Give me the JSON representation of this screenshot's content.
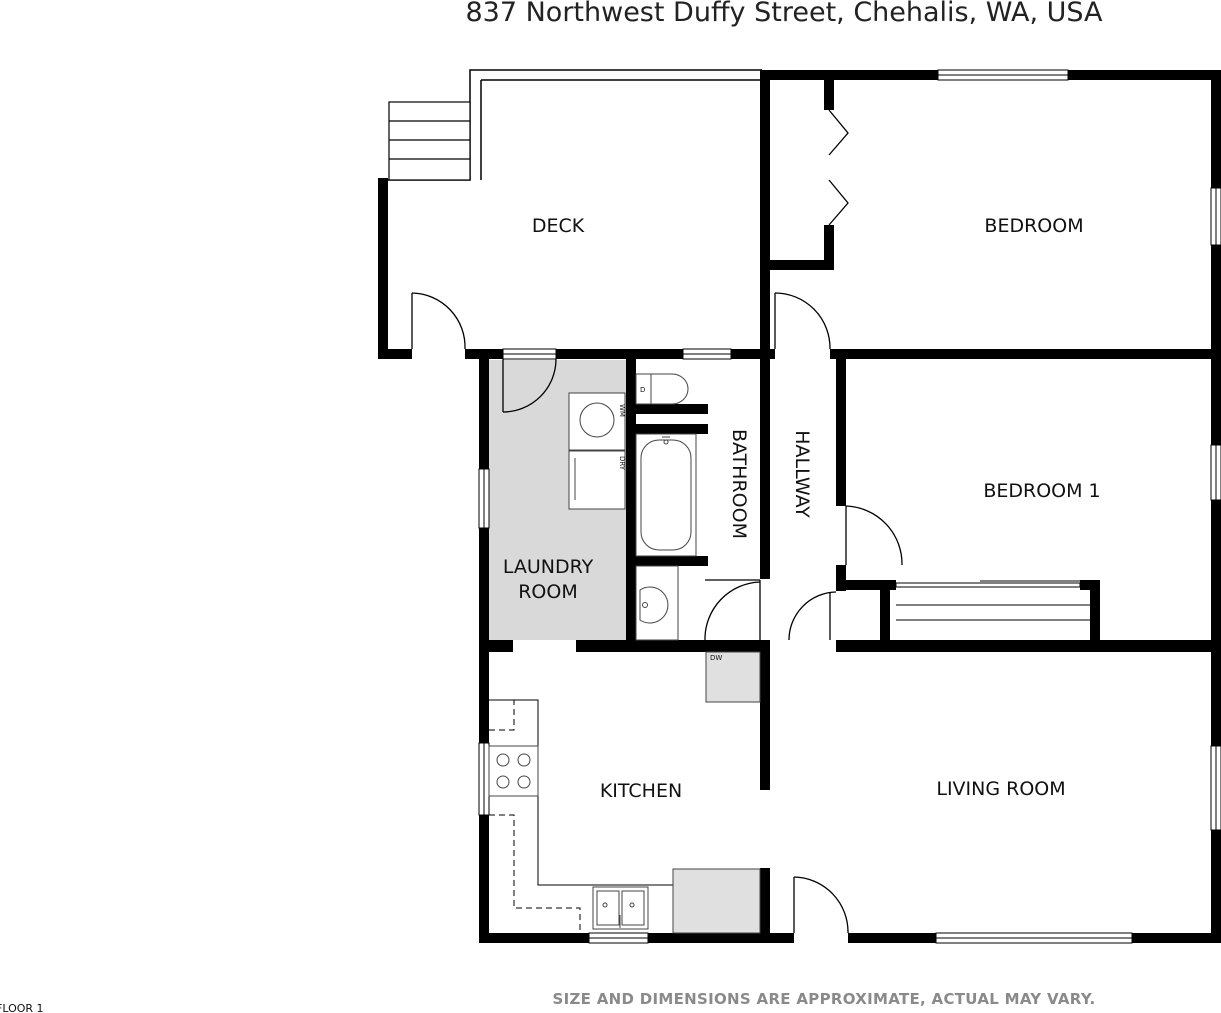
{
  "title": "837 Northwest Duffy Street, Chehalis, WA, USA",
  "floor_label": "FLOOR 1",
  "disclaimer": "SIZE AND DIMENSIONS ARE APPROXIMATE, ACTUAL MAY VARY.",
  "rooms": {
    "deck": "DECK",
    "bedroom": "BEDROOM",
    "bedroom_1": "BEDROOM 1",
    "hallway": "HALLWAY",
    "bathroom": "BATHROOM",
    "laundry_line1": "LAUNDRY",
    "laundry_line2": "ROOM",
    "kitchen": "KITCHEN",
    "living_room": "LIVING ROOM"
  },
  "appliances": {
    "washer": "WM",
    "dryer": "DRY",
    "dishwasher": "DW",
    "toilet": "D"
  },
  "colors": {
    "wall": "#000000",
    "laundry_fill": "#d9d9d9",
    "fixture_fill": "#e0e0e0",
    "footer_text": "#8a8a8a"
  }
}
